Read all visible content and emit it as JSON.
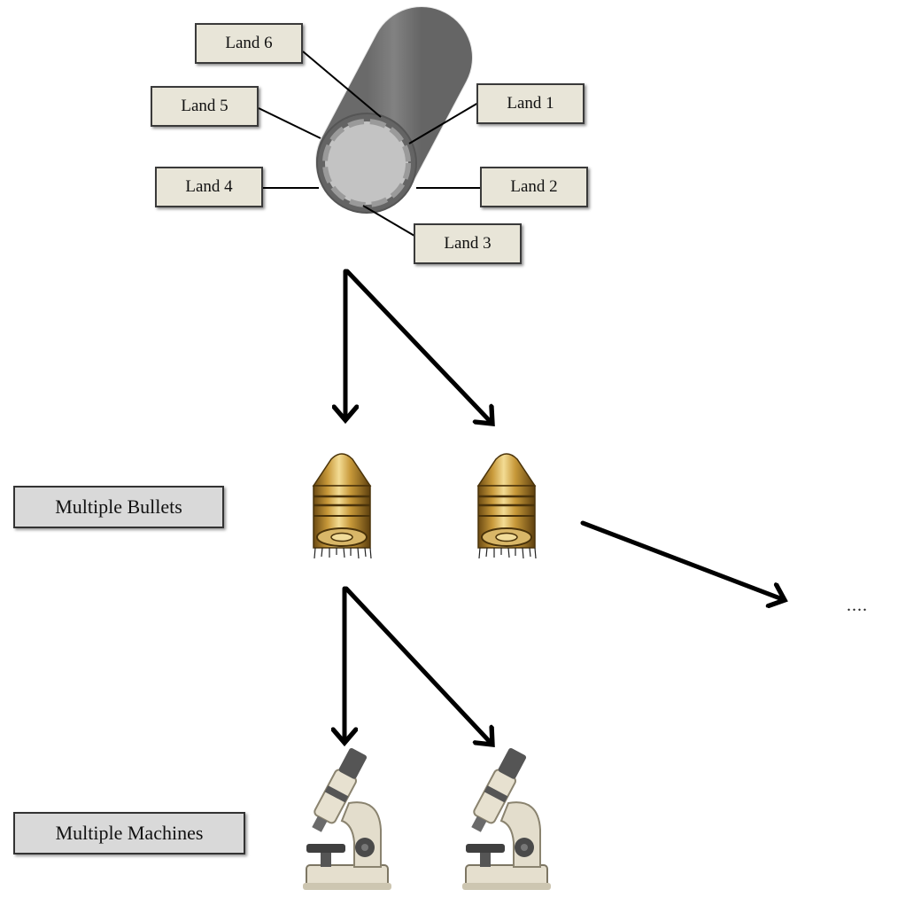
{
  "lands": [
    {
      "id": "land-6",
      "label": "Land 6"
    },
    {
      "id": "land-5",
      "label": "Land 5"
    },
    {
      "id": "land-1",
      "label": "Land 1"
    },
    {
      "id": "land-4",
      "label": "Land 4"
    },
    {
      "id": "land-2",
      "label": "Land 2"
    },
    {
      "id": "land-3",
      "label": "Land 3"
    }
  ],
  "categories": {
    "bullets": "Multiple Bullets",
    "machines": "Multiple Machines"
  },
  "continuation": "....",
  "icons": {
    "barrel": "gun-barrel-icon",
    "bullet": "bullet-icon",
    "microscope": "microscope-icon"
  },
  "colors": {
    "label_fill": "#e8e5d8",
    "category_fill": "#d9d9d9",
    "barrel_fill": "#7a7a7a",
    "bore_fill": "#c4c4c4",
    "bullet_gold": "#c89a3c",
    "microscope_body": "#e3ddcc",
    "microscope_dark": "#555555"
  }
}
